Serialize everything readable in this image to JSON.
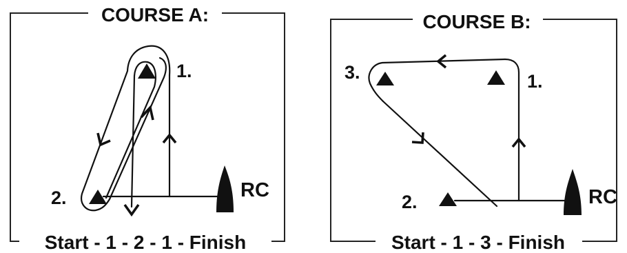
{
  "course_a": {
    "title": "COURSE A:",
    "mark_1_label": "1.",
    "mark_2_label": "2.",
    "committee_boat_label": "RC",
    "sequence": "Start - 1 - 2 - 1 - Finish"
  },
  "course_b": {
    "title": "COURSE B:",
    "mark_1_label": "1.",
    "mark_2_label": "2.",
    "mark_3_label": "3.",
    "committee_boat_label": "RC",
    "sequence": "Start - 1 - 3 - Finish"
  },
  "colors": {
    "ink": "#111111",
    "background": "#ffffff"
  }
}
